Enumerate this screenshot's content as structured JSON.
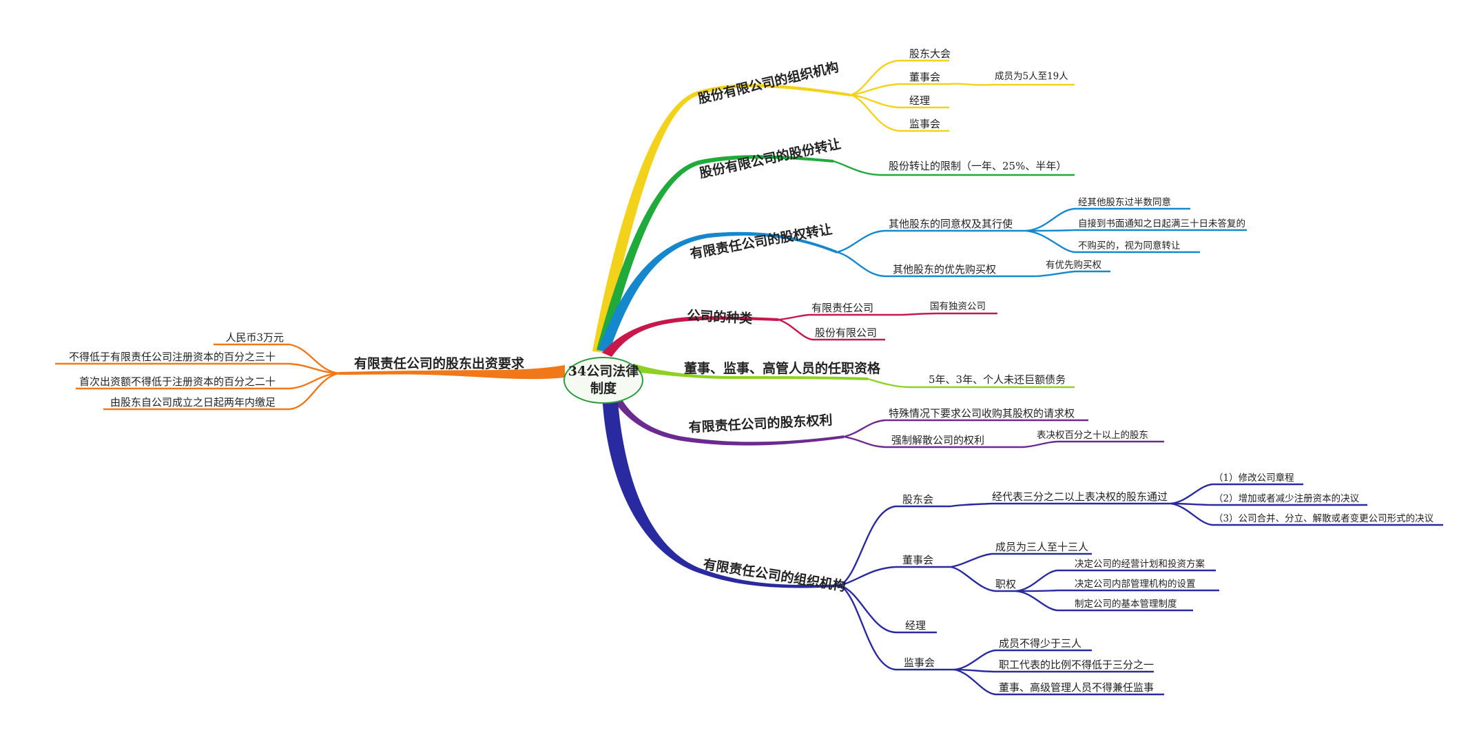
{
  "center": {
    "line1": "34公司法律",
    "line2": "制度"
  },
  "colors": {
    "yellow": "#f2d21a",
    "green": "#1faa3b",
    "blue": "#1587cc",
    "crimson": "#c8174a",
    "lime": "#8ed11e",
    "purple": "#6b2a8f",
    "navy": "#2a2aa0",
    "orange": "#f07818",
    "center_text": "#d4002a"
  },
  "branches": {
    "b1": {
      "label": "股份有限公司的组织机构",
      "items": [
        "股东大会",
        "董事会",
        "成员为5人至19人",
        "经理",
        "监事会"
      ]
    },
    "b2": {
      "label": "股份有限公司的股份转让",
      "items": [
        "股份转让的限制（一年、25%、半年）"
      ]
    },
    "b3": {
      "label": "有限责任公司的股权转让",
      "items": [
        "其他股东的同意权及其行使",
        "经其他股东过半数同意",
        "自接到书面通知之日起满三十日未答复的",
        "不购买的，视为同意转让",
        "其他股东的优先购买权",
        "有优先购买权"
      ]
    },
    "b4": {
      "label": "公司的种类",
      "items": [
        "有限责任公司",
        "国有独资公司",
        "股份有限公司"
      ]
    },
    "b5": {
      "label": "董事、监事、高管人员的任职资格",
      "items": [
        "5年、3年、个人未还巨额债务"
      ]
    },
    "b6": {
      "label": "有限责任公司的股东权利",
      "items": [
        "特殊情况下要求公司收购其股权的请求权",
        "强制解散公司的权利",
        "表决权百分之十以上的股东"
      ]
    },
    "b7": {
      "label": "有限责任公司的组织机构",
      "items": [
        "股东会",
        "经代表三分之二以上表决权的股东通过",
        "（1）修改公司章程",
        "（2）增加或者减少注册资本的决议",
        "（3）公司合并、分立、解散或者变更公司形式的决议",
        "董事会",
        "成员为三人至十三人",
        "职权",
        "决定公司的经营计划和投资方案",
        "决定公司内部管理机构的设置",
        "制定公司的基本管理制度",
        "经理",
        "监事会",
        "成员不得少于三人",
        "职工代表的比例不得低于三分之一",
        "董事、高级管理人员不得兼任监事"
      ]
    },
    "b8": {
      "label": "有限责任公司的股东出资要求",
      "items": [
        "人民币3万元",
        "不得低于有限责任公司注册资本的百分之三十",
        "首次出资额不得低于注册资本的百分之二十",
        "由股东自公司成立之日起两年内缴足"
      ]
    }
  }
}
